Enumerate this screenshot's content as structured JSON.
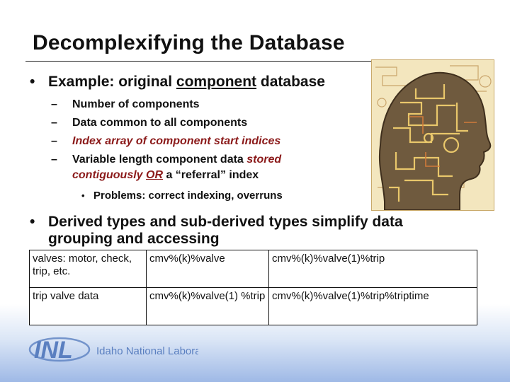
{
  "slide": {
    "title": "Decomplexifying the Database"
  },
  "bullets": {
    "first": {
      "prefix": "Example: original ",
      "underlined": "component",
      "suffix": " database"
    },
    "sub_items": [
      {
        "text": "Number of components"
      },
      {
        "text": "Data common to all components"
      },
      {
        "text": "Index array of component start indices"
      },
      {
        "text_normal": "Variable length component data ",
        "text_red": "stored",
        "line2_red": "contiguously ",
        "line2_red_underlined": "OR",
        "line2_normal": " a “referral” index"
      }
    ],
    "subsub": "Problems: correct indexing, overruns",
    "second": {
      "line1": "Derived types and sub-derived types simplify data",
      "line2": "grouping and accessing"
    },
    "bullet_glyph": "•",
    "dash_glyph": "–"
  },
  "table": {
    "rows": [
      {
        "c1": "valves: motor, check, trip, etc.",
        "c2": "cmv%(k)%valve",
        "c3": "cmv%(k)%valve(1)%trip"
      },
      {
        "c1": "trip valve data",
        "c2": "cmv%(k)%valve(1) %trip",
        "c3": "cmv%(k)%valve(1)%trip%triptime"
      }
    ]
  },
  "logo": {
    "mark": "INL",
    "name": "Idaho National Laboratory"
  },
  "colors": {
    "accent_red": "#8b1a1a",
    "logo_blue": "#5a7fc0"
  }
}
